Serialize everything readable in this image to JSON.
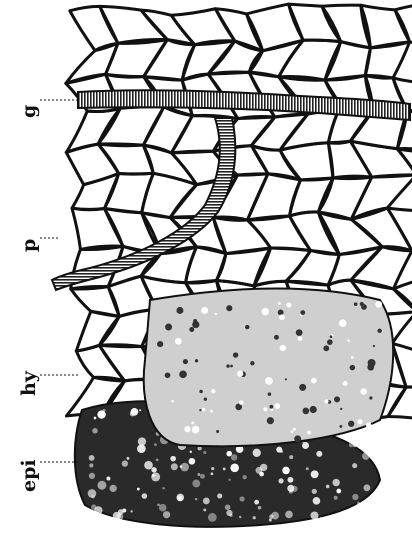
{
  "figure": {
    "labels": {
      "g": "g",
      "p": "p",
      "hy": "hy",
      "epi": "epi"
    },
    "colors": {
      "ink": "#111111",
      "paper": "#ffffff",
      "shade": "#2a2a2a"
    }
  }
}
